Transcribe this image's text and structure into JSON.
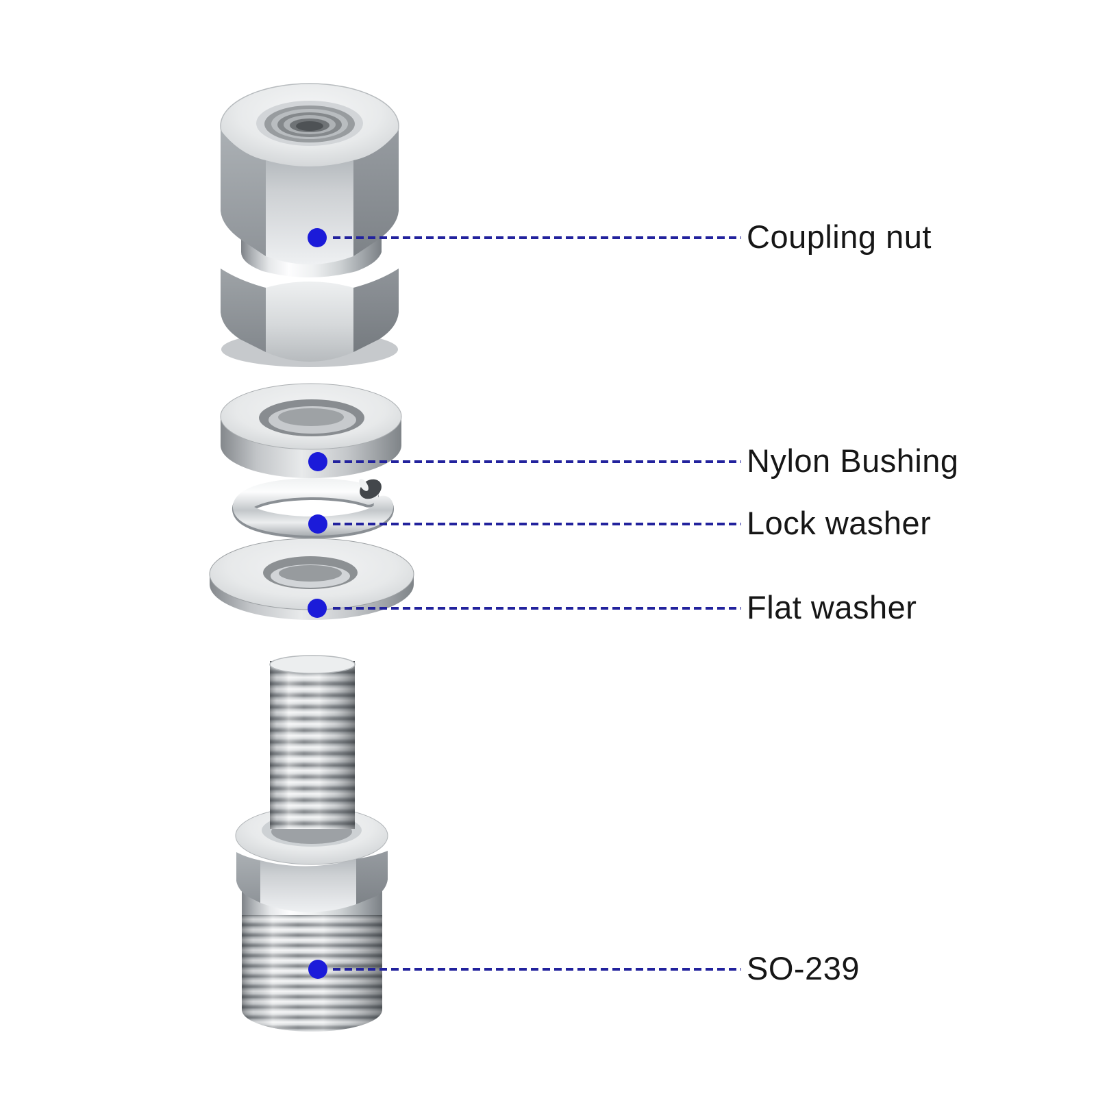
{
  "diagram": {
    "kind": "exploded-parts-diagram",
    "background_color": "#ffffff",
    "part_count": 5
  },
  "annotations": [
    {
      "part": "coupling-nut",
      "label": "Coupling nut"
    },
    {
      "part": "nylon-bushing",
      "label": "Nylon Bushing"
    },
    {
      "part": "lock-washer",
      "label": "Lock washer"
    },
    {
      "part": "flat-washer",
      "label": "Flat washer"
    },
    {
      "part": "so-239",
      "label": "SO-239"
    }
  ],
  "colors": {
    "marker_dot": "#1b1bd9",
    "leader_line": "#22229d",
    "label_text": "#161616",
    "metal_light": "#f2f3f4",
    "metal_mid": "#c7cbce",
    "metal_dark": "#83888c"
  }
}
